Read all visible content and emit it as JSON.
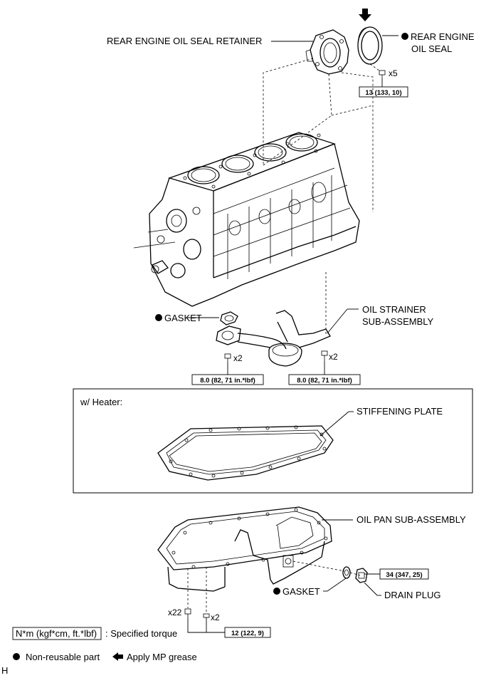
{
  "labels": {
    "rear_retainer": "REAR ENGINE OIL SEAL RETAINER",
    "rear_seal_line1": "REAR ENGINE",
    "rear_seal_line2": "OIL SEAL",
    "gasket_upper": "GASKET",
    "strainer_line1": "OIL STRAINER",
    "strainer_line2": "SUB-ASSEMBLY",
    "heater_title": "w/ Heater:",
    "stiffening_plate": "STIFFENING PLATE",
    "oil_pan": "OIL PAN SUB-ASSEMBLY",
    "gasket_lower": "GASKET",
    "drain_plug": "DRAIN PLUG",
    "corner_mark": "H"
  },
  "quantities": {
    "retainer_bolts": "x5",
    "strainer_left": "x2",
    "strainer_right": "x2",
    "pan_bolts": "x22",
    "pan_nuts": "x2"
  },
  "torques": {
    "retainer": "13 (133, 10)",
    "strainer_left": "8.0 (82, 71 in.*lbf)",
    "strainer_right": "8.0 (82, 71 in.*lbf)",
    "drain_plug": "34 (347, 25)",
    "oil_pan": "12 (122, 9)"
  },
  "legend": {
    "torque_units": "N*m (kgf*cm, ft.*lbf)",
    "torque_desc": ": Specified torque",
    "nonreusable": "Non-reusable part",
    "apply_grease": "Apply  MP grease"
  }
}
